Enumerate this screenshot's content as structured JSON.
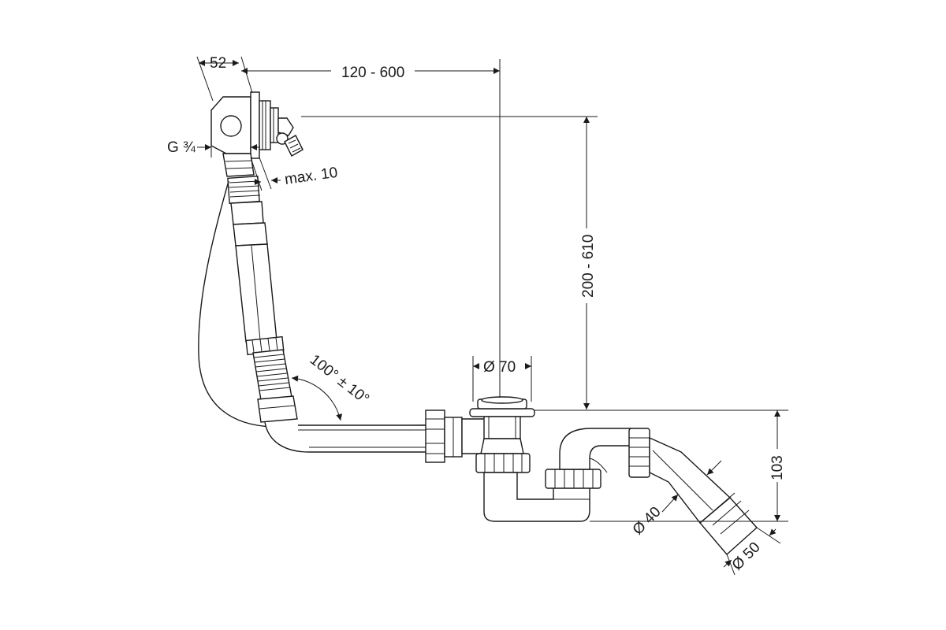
{
  "dimensions": {
    "width_52": "52",
    "span_120_600": "120 - 600",
    "thread_g34": "G ¾",
    "max_10": "max. 10",
    "height_200_610": "200 - 610",
    "dia_70": "Ø 70",
    "angle_100": "100° ± 10°",
    "height_103": "103",
    "dia_40": "Ø 40",
    "dia_50": "Ø 50"
  },
  "colors": {
    "line": "#1a1a1a",
    "background": "#ffffff"
  }
}
